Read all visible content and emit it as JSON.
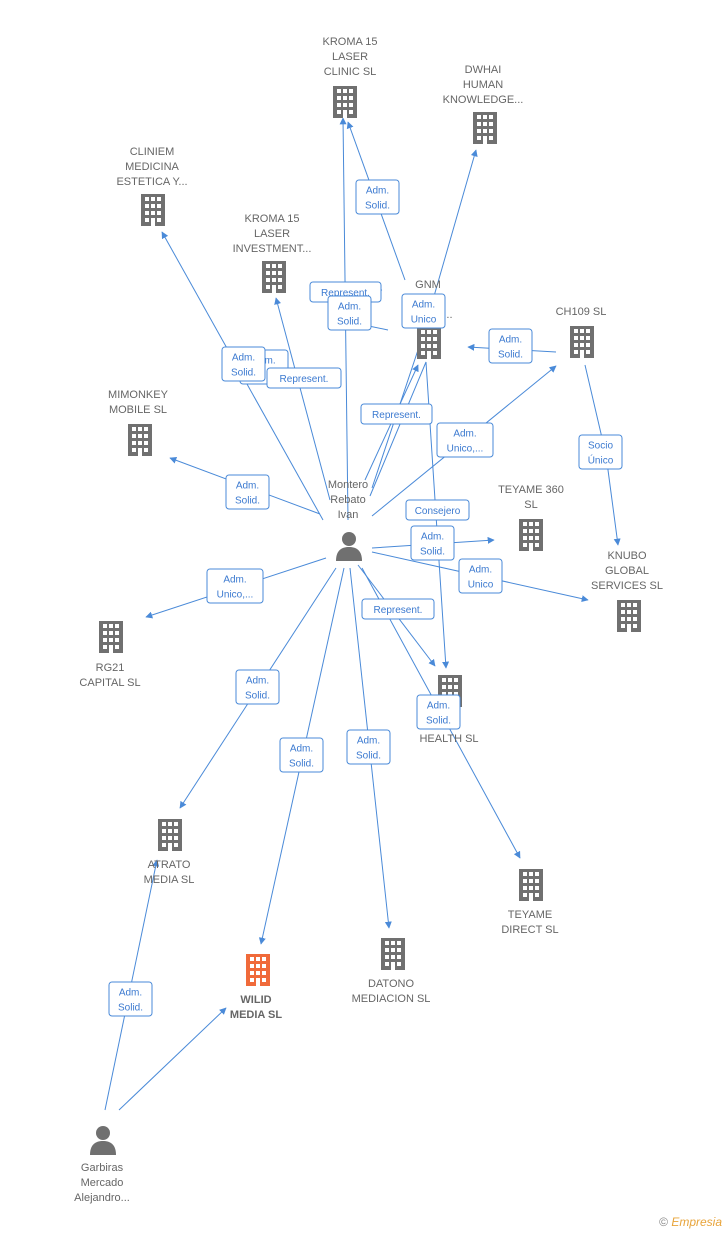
{
  "colors": {
    "edge": "#4a8ad8",
    "company": "#707070",
    "focus": "#f06a3a",
    "person": "#707070",
    "label": "#666666"
  },
  "nodes": [
    {
      "id": "kroma_clinic",
      "type": "company",
      "label": [
        "KROMA 15",
        "LASER",
        "CLINIC  SL"
      ]
    },
    {
      "id": "dwhai",
      "type": "company",
      "label": [
        "DWHAI",
        "HUMAN",
        "KNOWLEDGE..."
      ]
    },
    {
      "id": "cliniem",
      "type": "company",
      "label": [
        "CLINIEM",
        "MEDICINA",
        "ESTETICA Y..."
      ]
    },
    {
      "id": "kroma_inv",
      "type": "company",
      "label": [
        "KROMA 15",
        "LASER",
        "INVESTMENT..."
      ]
    },
    {
      "id": "gnm",
      "type": "company",
      "label": [
        "GNM",
        "H",
        "INV...NT..."
      ]
    },
    {
      "id": "ch109",
      "type": "company",
      "label": [
        "CH109  SL"
      ]
    },
    {
      "id": "mimonkey",
      "type": "company",
      "label": [
        "MIMONKEY",
        "MOBILE  SL"
      ]
    },
    {
      "id": "montero",
      "type": "person",
      "label": [
        "Montero",
        "Rebato",
        "Ivan"
      ]
    },
    {
      "id": "teyame360",
      "type": "company",
      "label": [
        "TEYAME 360",
        "SL"
      ]
    },
    {
      "id": "knubo",
      "type": "company",
      "label": [
        "KNUBO",
        "GLOBAL",
        "SERVICES  SL"
      ]
    },
    {
      "id": "rg21",
      "type": "company",
      "label": [
        "RG21",
        "CAPITAL  SL"
      ]
    },
    {
      "id": "health",
      "type": "company",
      "label": [
        "ER",
        "HEALTH  SL"
      ]
    },
    {
      "id": "atrato",
      "type": "company",
      "label": [
        "ATRATO",
        "MEDIA  SL"
      ]
    },
    {
      "id": "teyame_direct",
      "type": "company",
      "label": [
        "TEYAME",
        "DIRECT  SL"
      ]
    },
    {
      "id": "datono",
      "type": "company",
      "label": [
        "DATONO",
        "MEDIACION  SL"
      ]
    },
    {
      "id": "wilid",
      "type": "focus",
      "label": [
        "WILID",
        "MEDIA  SL"
      ]
    },
    {
      "id": "garbiras",
      "type": "person",
      "label": [
        "Garbiras",
        "Mercado",
        "Alejandro..."
      ]
    }
  ],
  "edges": [
    {
      "label": [
        "Adm.",
        "Solid."
      ]
    },
    {
      "label": [
        "Represent."
      ]
    },
    {
      "label": [
        "Adm.",
        "Solid."
      ]
    },
    {
      "label": [
        "Adm.",
        "Unico"
      ]
    },
    {
      "label": [
        "Adm.",
        "Solid."
      ]
    },
    {
      "label": [
        "Represent."
      ]
    },
    {
      "label": [
        "Adm.",
        "Solid."
      ]
    },
    {
      "label": [
        "Represent."
      ]
    },
    {
      "label": [
        "Adm.",
        "Unico,..."
      ]
    },
    {
      "label": [
        "Adm.",
        "Solid."
      ]
    },
    {
      "label": [
        "Consejero"
      ]
    },
    {
      "label": [
        "Adm.",
        "Solid."
      ]
    },
    {
      "label": [
        "Adm.",
        "Unico"
      ]
    },
    {
      "label": [
        "Socio",
        "Único"
      ]
    },
    {
      "label": [
        "Adm.",
        "Unico,..."
      ]
    },
    {
      "label": [
        "Represent."
      ]
    },
    {
      "label": [
        "Adm.",
        "Solid."
      ]
    },
    {
      "label": [
        "Adm.",
        "Solid."
      ]
    },
    {
      "label": [
        "Adm.",
        "Solid."
      ]
    },
    {
      "label": [
        "Adm.",
        "Solid."
      ]
    },
    {
      "label": [
        "Adm.",
        "Solid."
      ]
    },
    {
      "label": [
        "Adm.",
        "Solid."
      ]
    }
  ],
  "footer": {
    "copyright_symbol": "©",
    "brand": "Empresia"
  }
}
